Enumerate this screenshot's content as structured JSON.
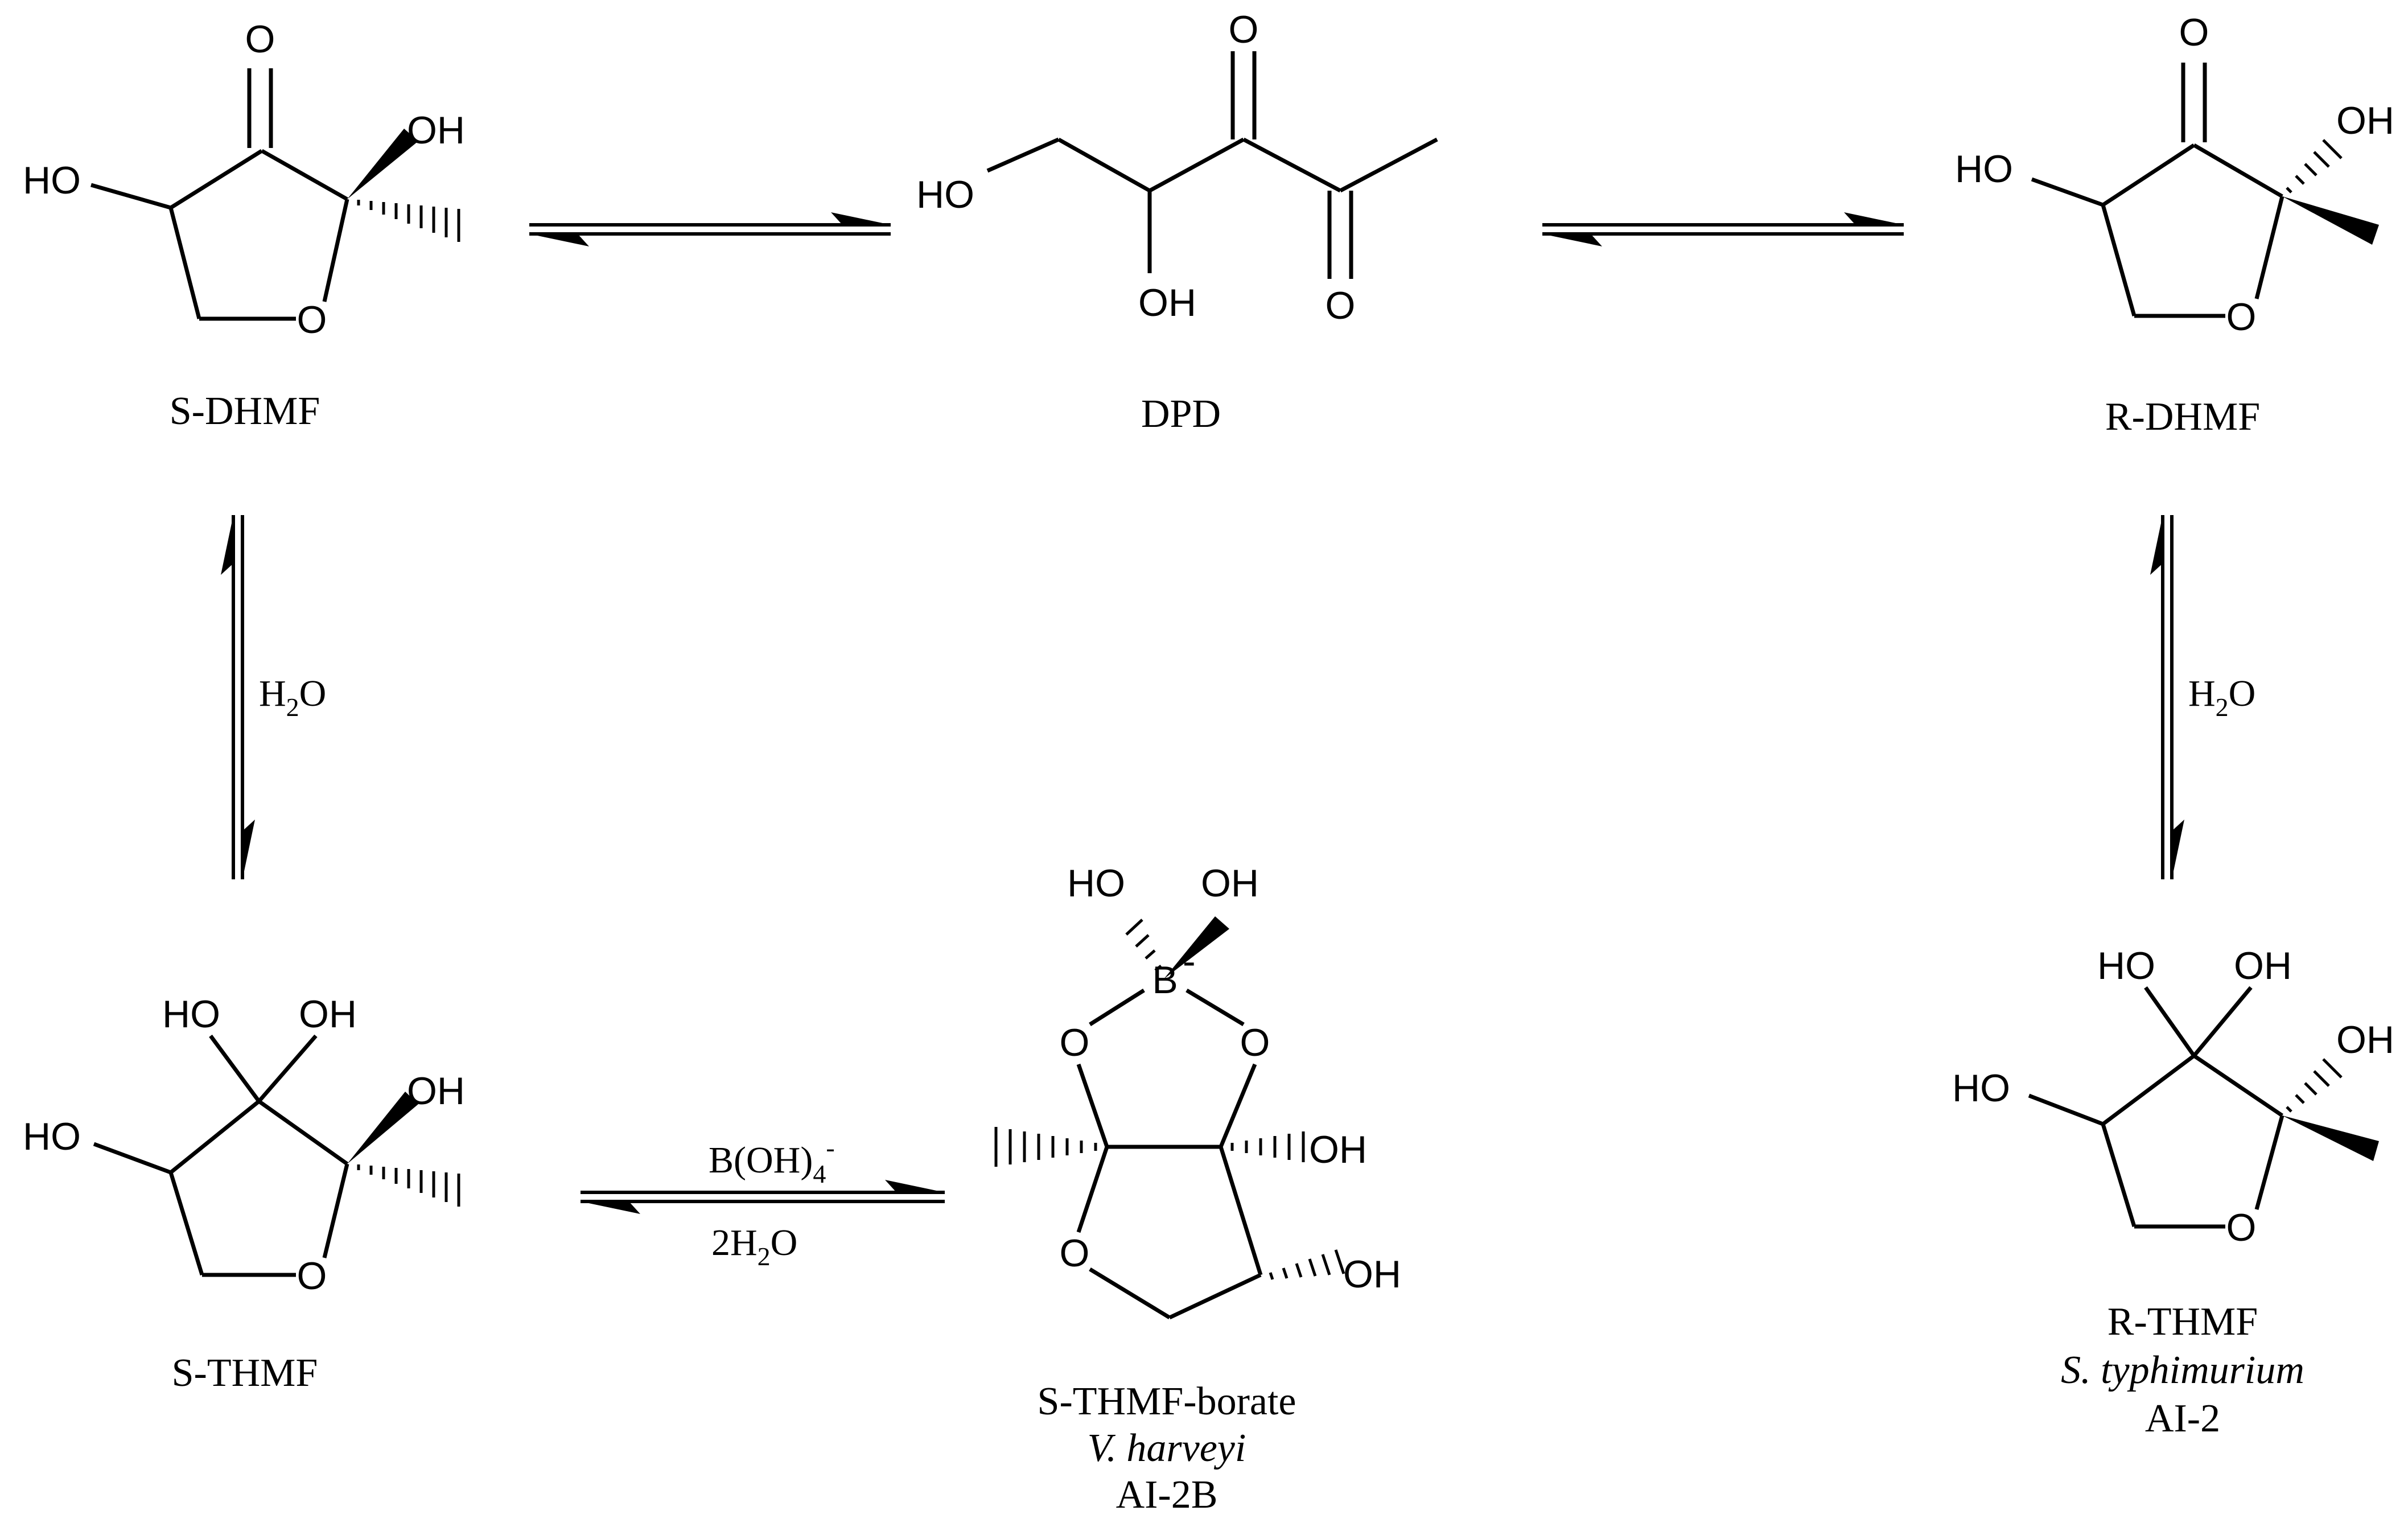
{
  "atoms": {
    "ho": "HO",
    "oh": "OH",
    "o": "O",
    "b": "B",
    "b_charge": "-"
  },
  "compounds": {
    "s_dhmf": {
      "name": "S-DHMF"
    },
    "dpd": {
      "name": "DPD"
    },
    "r_dhmf": {
      "name": "R-DHMF"
    },
    "s_thmf": {
      "name": "S-THMF"
    },
    "s_thmf_borate": {
      "name": "S-THMF-borate",
      "organism": "V. harveyi",
      "signal": "AI-2B"
    },
    "r_thmf": {
      "name": "R-THMF",
      "organism": "S. typhimurium",
      "signal": "AI-2"
    }
  },
  "conditions": {
    "left_vertical": {
      "pre": "H",
      "sub": "2",
      "post": "O"
    },
    "right_vertical": {
      "pre": "H",
      "sub": "2",
      "post": "O"
    },
    "borate_top": {
      "pre": "B(OH)",
      "sub": "4",
      "sup": "-"
    },
    "borate_bottom": {
      "pre": "2H",
      "sub": "2",
      "post": "O"
    }
  }
}
